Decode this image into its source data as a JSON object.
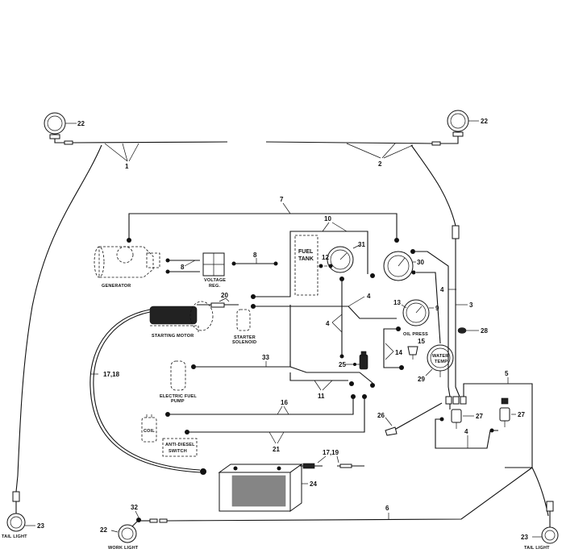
{
  "labels": {
    "generator": "GENERATOR",
    "voltage_reg_1": "VOLTAGE",
    "voltage_reg_2": "REG.",
    "starting_motor": "STARTING MOTOR",
    "starter_solenoid_1": "STARTER",
    "starter_solenoid_2": "SOLENOID",
    "fuel_tank_1": "FUEL",
    "fuel_tank_2": "TANK",
    "oil_press": "OIL PRESS",
    "water_temp_1": "WATER",
    "water_temp_2": "TEMP",
    "electric_fuel_pump_1": "ELECTRIC FUEL",
    "electric_fuel_pump_2": "PUMP",
    "coil": "COIL",
    "anti_diesel_1": "ANTI-DIESEL",
    "anti_diesel_2": "SWITCH",
    "tail_light_left": "TAIL LIGHT",
    "tail_light_right": "TAIL LIGHT",
    "work_light": "WORK LIGHT"
  },
  "callouts": {
    "c1": "1",
    "c2": "2",
    "c3": "3",
    "c4a": "4",
    "c4b": "4",
    "c4c": "4",
    "c4d": "4",
    "c5": "5",
    "c6": "6",
    "c7": "7",
    "c8a": "8",
    "c8b": "8",
    "c9": "9",
    "c10": "10",
    "c11": "11",
    "c12": "12",
    "c13": "13",
    "c14": "14",
    "c15": "15",
    "c16": "16",
    "c17_18": "17,18",
    "c17_19": "17,19",
    "c20": "20",
    "c21": "21",
    "c22a": "22",
    "c22b": "22",
    "c22c": "22",
    "c23a": "23",
    "c23b": "23",
    "c24": "24",
    "c25": "25",
    "c26": "26",
    "c27a": "27",
    "c27b": "27",
    "c28": "28",
    "c29": "29",
    "c30": "30",
    "c31": "31",
    "c32": "32",
    "c33": "33"
  }
}
